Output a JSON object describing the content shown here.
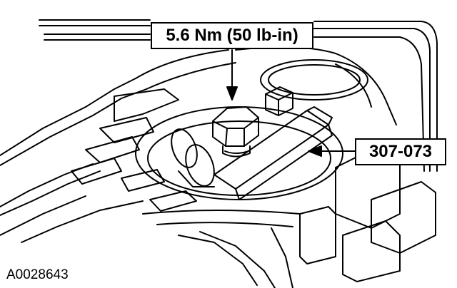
{
  "callouts": {
    "torque": "5.6 Nm (50 lb-in)",
    "tool": "307-073"
  },
  "figure_id": "A0028643",
  "colors": {
    "line": "#000000",
    "background": "#ffffff"
  }
}
